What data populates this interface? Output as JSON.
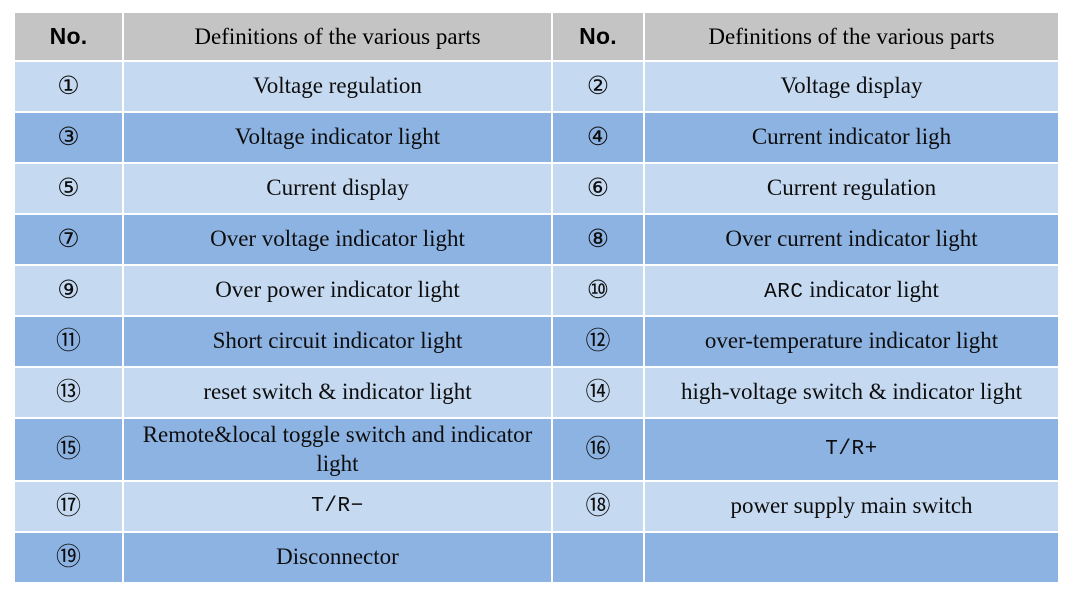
{
  "document": {
    "type": "parts-definition-table",
    "colors": {
      "header_background": "#c4c4c4",
      "band_light": "#c5d9f1",
      "band_dark": "#8db3e2",
      "cell_gap": "#ffffff",
      "text": "#0d0d0d"
    },
    "headers": {
      "no_left": "No.",
      "definitions_left": "Definitions of the various parts",
      "no_right": "No.",
      "definitions_right": "Definitions of the various parts"
    },
    "rows": [
      {
        "band": "light",
        "left_no": "①",
        "left_def": "Voltage regulation",
        "right_no": "②",
        "right_def": "Voltage display"
      },
      {
        "band": "dark",
        "left_no": "③",
        "left_def": "Voltage indicator light",
        "right_no": "④",
        "right_def": "Current indicator ligh"
      },
      {
        "band": "light",
        "left_no": "⑤",
        "left_def": "Current display",
        "right_no": "⑥",
        "right_def": "Current regulation"
      },
      {
        "band": "dark",
        "left_no": "⑦",
        "left_def": "Over voltage indicator light",
        "right_no": "⑧",
        "right_def": "Over current indicator light"
      },
      {
        "band": "light",
        "left_no": "⑨",
        "left_def": "Over power indicator light",
        "right_no": "⑩",
        "right_def_lead": "ARC",
        "right_def_rest": " indicator light",
        "right_def": "ARC  indicator light"
      },
      {
        "band": "dark",
        "left_no": "⑪",
        "left_def": "Short circuit indicator light",
        "right_no": "⑫",
        "right_def": "over-temperature indicator light"
      },
      {
        "band": "light",
        "left_no": "⑬",
        "left_def": "reset switch & indicator light",
        "right_no": "⑭",
        "right_def": "high-voltage switch & indicator light"
      },
      {
        "band": "dark",
        "tall": true,
        "left_no": "⑮",
        "left_def": "Remote&local toggle switch and indicator light",
        "right_no": "⑯",
        "right_def": "T/R+"
      },
      {
        "band": "light",
        "left_no": "⑰",
        "left_def": "T/R−",
        "right_no": "⑱",
        "right_def": "power supply main switch"
      },
      {
        "band": "dark",
        "left_no": "⑲",
        "left_def": "Disconnector",
        "right_no": "",
        "right_def": ""
      }
    ]
  }
}
